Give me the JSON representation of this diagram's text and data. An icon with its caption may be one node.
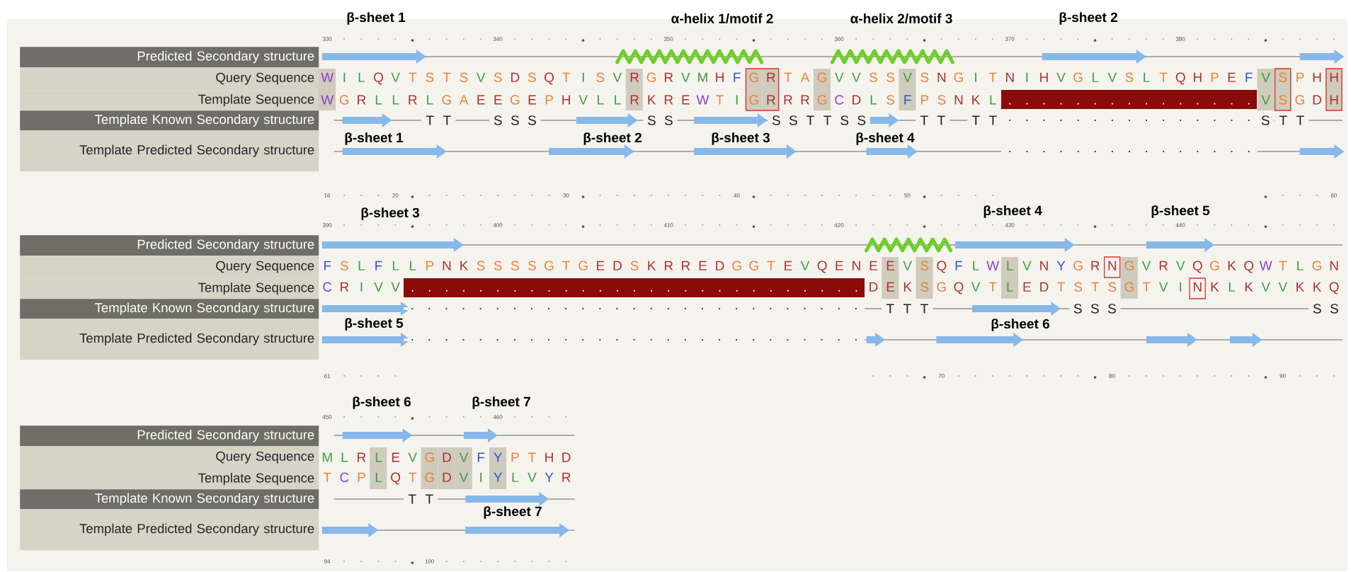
{
  "diagram": {
    "nodes": [
      {
        "text": [
          "Predicted Secondary structure"
        ]
      },
      {
        "text": [
          "Query Sequence"
        ]
      },
      {
        "text": [
          "Template Sequence"
        ]
      },
      {
        "text": [
          "Template Known Secondary structure"
        ]
      },
      {
        "text": [
          "Template Predicted Secondary structure"
        ]
      },
      {
        "text": [
          "Predicted Secondary structure"
        ]
      },
      {
        "text": [
          "Query Sequence"
        ]
      },
      {
        "text": [
          "Template Sequence"
        ]
      },
      {
        "text": [
          "Template Known Secondary structure"
        ]
      },
      {
        "text": [
          "Template Predicted Secondary structure"
        ]
      },
      {
        "text": [
          "Predicted Secondary structure"
        ]
      },
      {
        "text": [
          "Query Sequence"
        ]
      },
      {
        "text": [
          "Template Sequence"
        ]
      },
      {
        "text": [
          "Template Known Secondary structure"
        ]
      },
      {
        "text": [
          "Template Predicted Secondary structure"
        ]
      }
    ],
    "labels": [
      "β-sheet 1",
      "α-helix 1/motif 2",
      "α-helix 2/motif 3",
      "β-sheet 2",
      "330",
      "340",
      "350",
      "360",
      "370",
      "380",
      "W I L Q V T S T S V S D S Q T I S V R G R V M H F G R T A G V V S S V S N G I T N I H V G L V S L T Q H P E F V S P H H",
      "W G R L L R L G A E E G E P H V L L R K R E W T I G R R R G C D L S F P S N K L . . . . . . . . . . . . . . . V S G D H",
      "T T",
      "S S S",
      "S S",
      "S S T T S S",
      "T T",
      "T T",
      ". . . . . . . . . . . . . . .",
      "S",
      "T T",
      "β-sheet 1",
      "β-sheet 2",
      "β-sheet 3",
      "β-sheet 4",
      ". . . . . . . . . . . . . . .",
      "16",
      "20",
      "30",
      "40",
      "50",
      "60",
      "β-sheet 3",
      "β-sheet 4",
      "β-sheet 5",
      "390",
      "400",
      "410",
      "420",
      "430",
      "440",
      "F S L F L L P N K S S S S G T G E D S K R R E D G G T E V Q E N E E V S Q F L W L V N Y G R N G V R V Q G K Q W T L G N",
      "C R I V V . . . . . . . . . . . . . . . . . . . . . . . . . . . D E K S G Q V T L E D T S T S G T V I N K L K V V K K Q",
      ". . . . . . . . . . . . . . . . . . . . . . . . . . .",
      "T T T",
      "S S S",
      "S S",
      "β-sheet 5",
      "β-sheet 6",
      ". . . . . . . . . . . . . . . . . . . . . . . . . . .",
      "61",
      "70",
      "80",
      "90",
      "β-sheet 6",
      "β-sheet 7",
      "450",
      "460",
      "M L R L E V G D V F Y P T H D",
      "T C P L Q T G D V I Y L V Y R",
      "T T",
      "β-sheet 7",
      "94",
      "100"
    ]
  }
}
